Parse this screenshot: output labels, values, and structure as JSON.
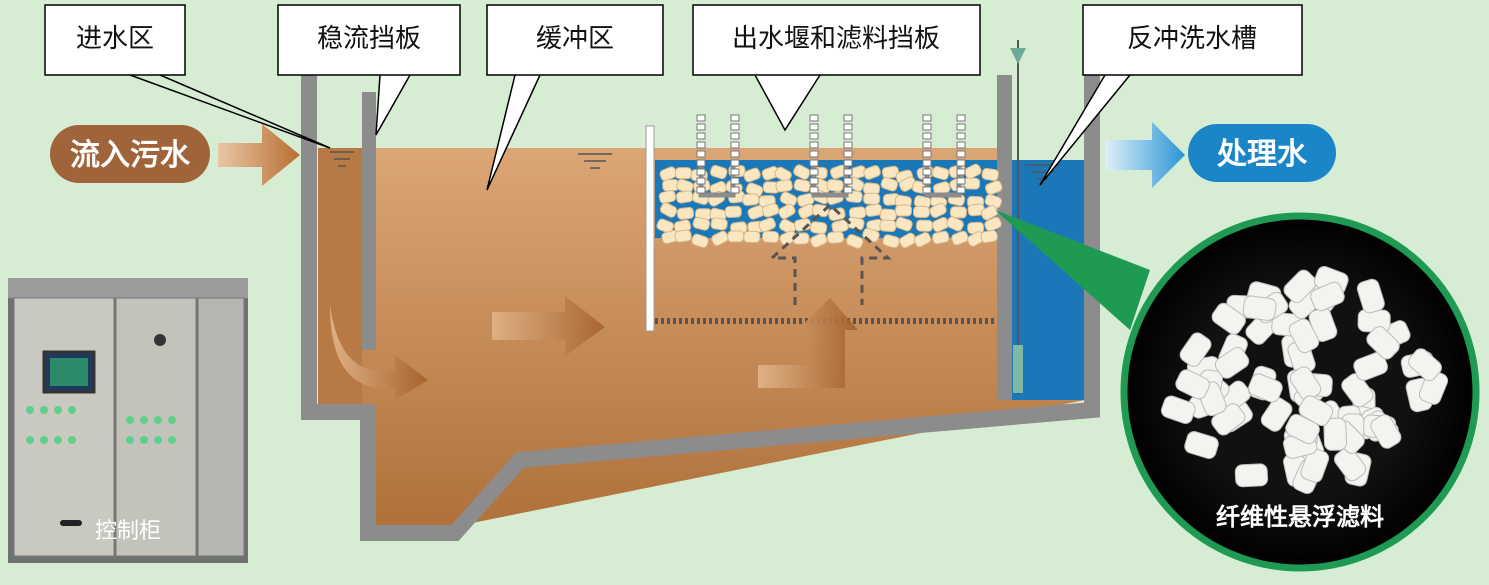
{
  "callouts": {
    "inlet_zone": "进水区",
    "baffle": "稳流挡板",
    "buffer_zone": "缓冲区",
    "weir_and_filter_baffle": "出水堰和滤料挡板",
    "backwash_trough": "反冲洗水槽"
  },
  "flow": {
    "inlet": "流入污水",
    "outlet": "处理水"
  },
  "photos": {
    "control_cabinet": "控制柜",
    "filter_media": "纤维性悬浮滤料"
  },
  "colors": {
    "background": "#d6ecd3",
    "wall": "#8c8c8c",
    "sewage": "#c98c55",
    "clean_water": "#1a78b8",
    "inlet_pill": "#a0643a",
    "outlet_pill": "#1a86c8",
    "media_ring": "#1e9a52"
  }
}
